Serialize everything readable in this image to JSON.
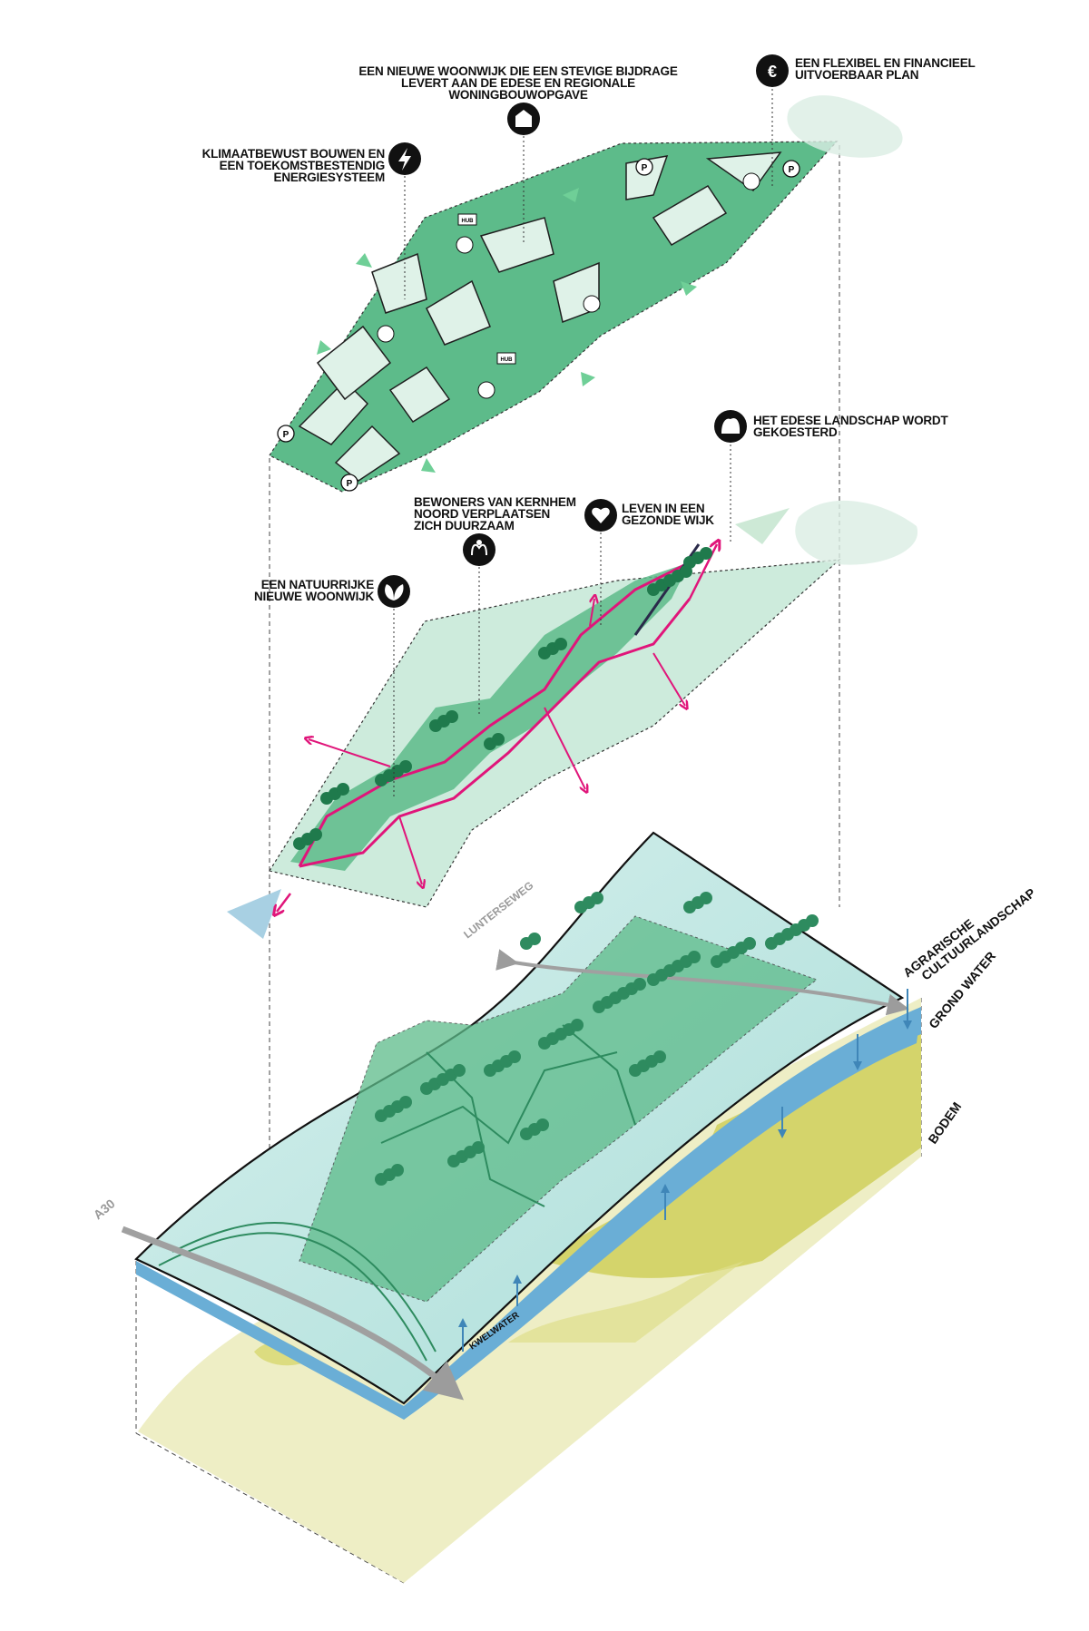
{
  "title_labels": {
    "woonwijk": [
      "EEN NIEUWE WOONWIJK DIE EEN STEVIGE BIJDRAGE",
      "LEVERT AAN DE EDESE EN REGIONALE",
      "WONINGBOUWOPGAVE"
    ],
    "flexibel": [
      "EEN FLEXIBEL EN FINANCIEEL",
      "UITVOERBAAR PLAN"
    ],
    "klimaat": [
      "KLIMAATBEWUST BOUWEN EN",
      "EEN TOEKOMSTBESTENDIG",
      "ENERGIESYSTEEM"
    ],
    "landschap": [
      "HET EDESE LANDSCHAP WORDT",
      "GEKOESTERD"
    ],
    "bewoners": [
      "BEWONERS VAN KERNHEM",
      "NOORD VERPLAATSEN",
      "ZICH DUURZAAM"
    ],
    "gezond": [
      "LEVEN IN EEN",
      "GEZONDE WIJK"
    ],
    "natuur": [
      "EEN NATUURRIJKE",
      "NIEUWE WOONWIJK"
    ]
  },
  "icons": {
    "woonwijk": "house-icon",
    "flexibel": "euro-icon",
    "klimaat": "lightning-icon",
    "landschap": "landscape-icon",
    "bewoners": "hands-plant-icon",
    "gezond": "heart-icon",
    "natuur": "leaves-icon"
  },
  "layer_labels": {
    "agrarisch": [
      "AGRARISCHE",
      "CULTUURLANDSCHAP"
    ],
    "grondwater": "GROND WATER",
    "bodem": "BODEM",
    "kwelwater": "KWELWATER",
    "lunterseweg": "LUNTERSEWEG",
    "a30": "A30"
  },
  "map_markers": {
    "parking": "P",
    "hub": "HUB"
  },
  "colors": {
    "green_dark": "#2e8b5f",
    "green_mid": "#5dbb8a",
    "green_light": "#cdebdc",
    "pink_route": "#e0157a",
    "water_blue": "#6aaed6",
    "landscape_cyan": "#bfe6e2",
    "soil_beige": "#eeeec5",
    "soil_yellow": "#cfcf5a"
  }
}
